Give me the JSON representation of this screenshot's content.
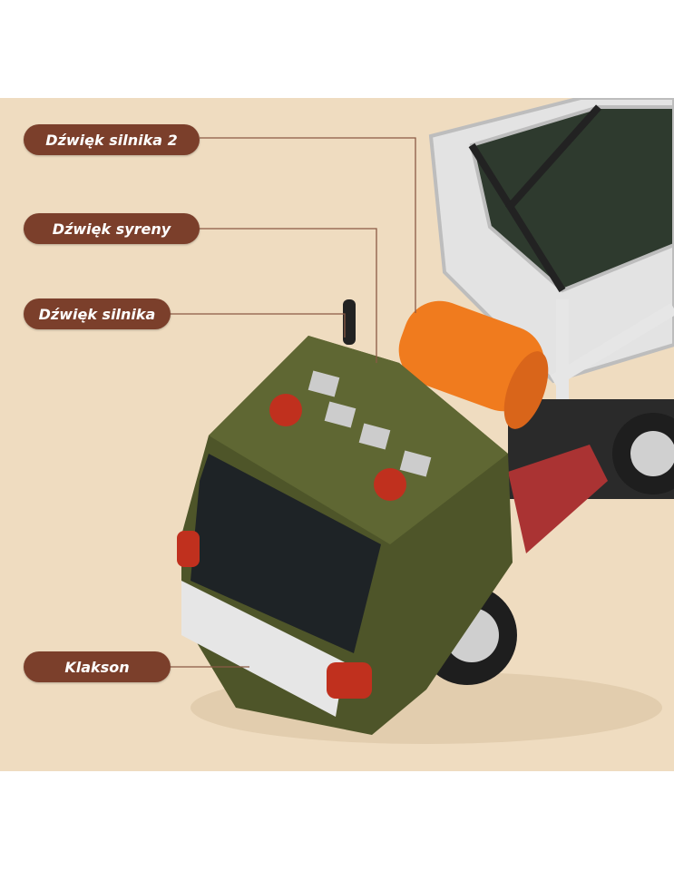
{
  "labels": {
    "engine_sound_2": "Dźwięk silnika 2",
    "siren_sound": "Dźwięk syreny",
    "engine_sound": "Dźwięk silnika",
    "horn": "Klakson"
  },
  "colors": {
    "background": "#efdcc0",
    "label": "#7b3f2b",
    "cab": "#59602f",
    "tank": "#f07b1e",
    "frame": "#d9d9d9"
  }
}
